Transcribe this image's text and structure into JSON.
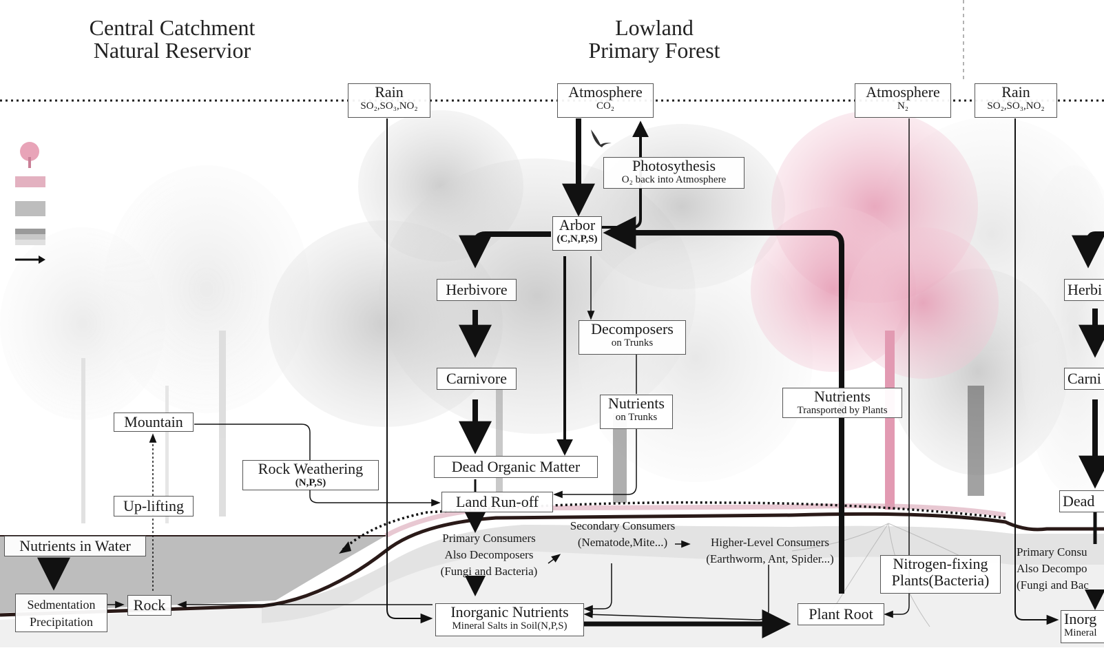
{
  "headings": {
    "left": [
      "Central Catchment",
      "Natural Reservior"
    ],
    "center": [
      "Lowland",
      "Primary Forest"
    ]
  },
  "nodes": {
    "rain_left": {
      "main": "Rain",
      "sub": "SO₂,SO₃,NO₂"
    },
    "atmosphere_co2": {
      "main": "Atmosphere",
      "sub": "CO₂"
    },
    "atmosphere_n2": {
      "main": "Atmosphere",
      "sub": "N₂"
    },
    "rain_right": {
      "main": "Rain",
      "sub": "SO₂,SO₃,NO₂"
    },
    "photosynthesis": {
      "main": "Photosythesis",
      "sub": "O₂ back into Atmosphere"
    },
    "arbor": {
      "main": "Arbor",
      "sub": "(C,N,P,S)"
    },
    "herbivore": {
      "main": "Herbivore"
    },
    "herbivore_right": {
      "main": "Herbi"
    },
    "decomposers_trunks": {
      "main": "Decomposers",
      "sub": "on Trunks"
    },
    "carnivore": {
      "main": "Carnivore"
    },
    "carnivore_right": {
      "main": "Carni"
    },
    "nutrients_trunks": {
      "main": "Nutrients",
      "sub": "on Trunks"
    },
    "nutrients_transported": {
      "main": "Nutrients",
      "sub": "Transported by Plants"
    },
    "mountain": {
      "main": "Mountain"
    },
    "rock_weathering": {
      "main": "Rock Weathering",
      "sub": "(N,P,S)"
    },
    "dead_organic": {
      "main": "Dead Organic Matter"
    },
    "dead_right": {
      "main": "Dead"
    },
    "uplifting": {
      "main": "Up-lifting"
    },
    "land_runoff": {
      "main": "Land Run-off"
    },
    "nutrients_water": {
      "main": "Nutrients in Water"
    },
    "nitrogen_fixing": {
      "main": "Nitrogen-fixing",
      "sub2": "Plants(Bacteria)"
    },
    "sedimentation": {
      "main": "Sedmentation",
      "sub2": "Precipitation"
    },
    "rock": {
      "main": "Rock"
    },
    "inorganic_nutrients": {
      "main": "Inorganic Nutrients",
      "sub": "Mineral Salts in Soil(N,P,S)"
    },
    "plant_root": {
      "main": "Plant Root"
    },
    "inorganic_right": {
      "main": "Inorg",
      "sub": "Mineral"
    }
  },
  "labels": {
    "primary_consumers": [
      "Primary Consumers",
      "Also Decomposers",
      "(Fungi and Bacteria)"
    ],
    "secondary_consumers": [
      "Secondary Consumers",
      "(Nematode,Mite...)"
    ],
    "higher_consumers": [
      "Higher-Level Consumers",
      "(Earthworm, Ant, Spider...)"
    ],
    "primary_consumers_right": [
      "Primary Consu",
      "Also Decompo",
      "(Fungi and Bac"
    ]
  },
  "colors": {
    "pink_tree": "#e8a4b8",
    "soil_line": "#2a1a18",
    "arrow": "#111111",
    "water": "#bdbdbd"
  }
}
